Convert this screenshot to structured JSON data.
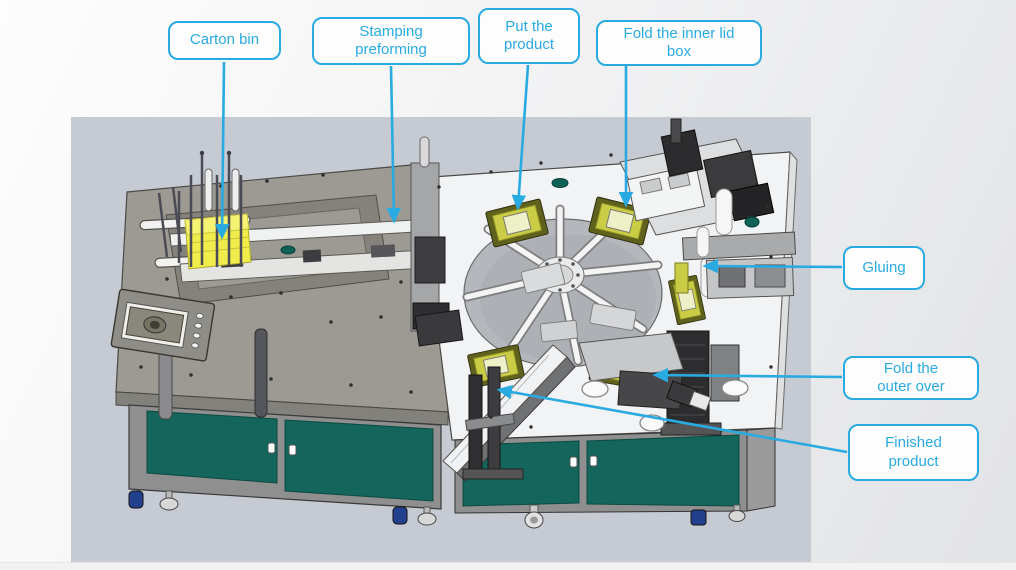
{
  "accent_color": "#29ABE2",
  "canvas": {
    "background": "#c6cad3"
  },
  "labels": [
    {
      "id": "carton-bin",
      "lines": [
        "Carton bin"
      ]
    },
    {
      "id": "stamping-preforming",
      "lines": [
        "Stamping",
        "preforming"
      ]
    },
    {
      "id": "put-the-product",
      "lines": [
        "Put the",
        "product"
      ]
    },
    {
      "id": "fold-the-inner-lid-box",
      "lines": [
        "Fold the inner lid",
        "box"
      ]
    },
    {
      "id": "gluing",
      "lines": [
        "Gluing"
      ]
    },
    {
      "id": "fold-the-outer-over",
      "lines": [
        "Fold the",
        "outer over"
      ]
    },
    {
      "id": "finished-product",
      "lines": [
        "Finished",
        "product"
      ]
    }
  ],
  "machine": {
    "colors": {
      "left_table": "#9c9a93",
      "right_table": "#f2f3f4",
      "cabinet_doors": "#14655b",
      "carton_stack": "#f0ec4c",
      "tray_fixture": "#c9cc44",
      "caster_wheel": "#23408f",
      "rotary_disc": "#b4b7bb"
    }
  }
}
